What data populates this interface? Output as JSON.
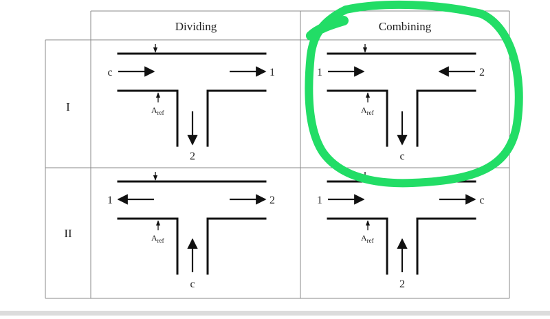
{
  "table": {
    "column_headers": [
      "Dividing",
      "Combining"
    ],
    "row_labels": [
      "I",
      "II"
    ]
  },
  "cells": [
    {
      "id": "I-dividing",
      "left_label": "c",
      "right_label": "1",
      "branch_label": "2",
      "aref_main": "A",
      "aref_sub": "ref",
      "left_dir": "right",
      "right_dir": "right",
      "branch_dir": "down"
    },
    {
      "id": "I-combining",
      "left_label": "1",
      "right_label": "2",
      "branch_label": "c",
      "aref_main": "A",
      "aref_sub": "ref",
      "left_dir": "right",
      "right_dir": "left",
      "branch_dir": "down"
    },
    {
      "id": "II-dividing",
      "left_label": "1",
      "right_label": "2",
      "branch_label": "c",
      "aref_main": "A",
      "aref_sub": "ref",
      "left_dir": "left",
      "right_dir": "right",
      "branch_dir": "up"
    },
    {
      "id": "II-combining",
      "left_label": "1",
      "right_label": "c",
      "branch_label": "2",
      "aref_main": "A",
      "aref_sub": "ref",
      "left_dir": "right",
      "right_dir": "right",
      "branch_dir": "up"
    }
  ],
  "highlight": {
    "color": "#22dd66",
    "target": "I-combining"
  },
  "colors": {
    "lines": "#111111",
    "grid": "#888888"
  }
}
